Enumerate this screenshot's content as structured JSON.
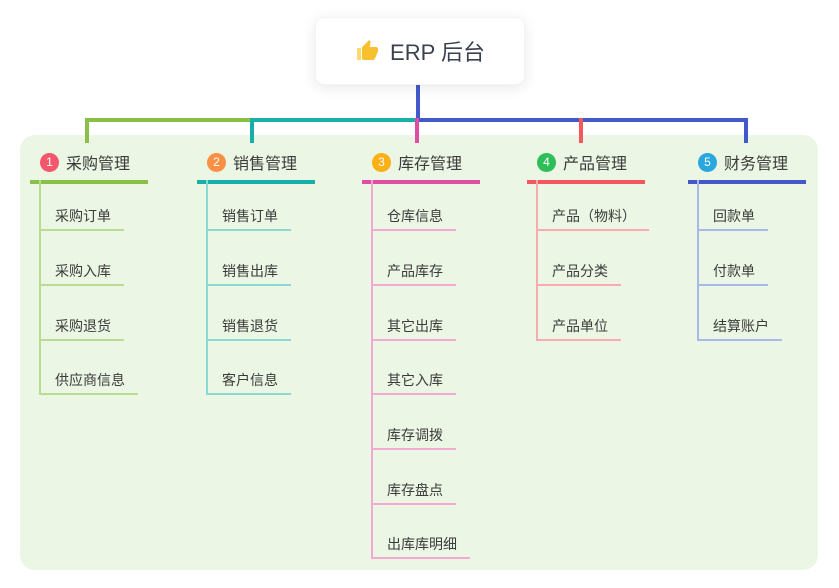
{
  "root": {
    "label": "ERP 后台",
    "icon": "thumbs-up-icon"
  },
  "colors": {
    "canvas_bg": "#ffffff",
    "panel_bg": "#ebf6e4",
    "trunk": "#4459c9",
    "text": "#3b3b3b"
  },
  "branches": [
    {
      "number": "1",
      "label": "采购管理",
      "badge_color": "#f4566b",
      "line_color": "#8abf4a",
      "child_line_color": "#b9db92",
      "children": [
        "采购订单",
        "采购入库",
        "采购退货",
        "供应商信息"
      ]
    },
    {
      "number": "2",
      "label": "销售管理",
      "badge_color": "#fb9045",
      "line_color": "#16b0a8",
      "child_line_color": "#8cd8d2",
      "children": [
        "销售订单",
        "销售出库",
        "销售退货",
        "客户信息"
      ]
    },
    {
      "number": "3",
      "label": "库存管理",
      "badge_color": "#fbb016",
      "line_color": "#e04da4",
      "child_line_color": "#f3aad2",
      "children": [
        "仓库信息",
        "产品库存",
        "其它出库",
        "其它入库",
        "库存调拨",
        "库存盘点",
        "出库库明细"
      ]
    },
    {
      "number": "4",
      "label": "产品管理",
      "badge_color": "#2ebd57",
      "line_color": "#f4575e",
      "child_line_color": "#f8abb0",
      "children": [
        "产品（物料）",
        "产品分类",
        "产品单位"
      ]
    },
    {
      "number": "5",
      "label": "财务管理",
      "badge_color": "#2aa7de",
      "line_color": "#4459c9",
      "child_line_color": "#a6b9e8",
      "children": [
        "回款单",
        "付款单",
        "结算账户"
      ]
    }
  ]
}
